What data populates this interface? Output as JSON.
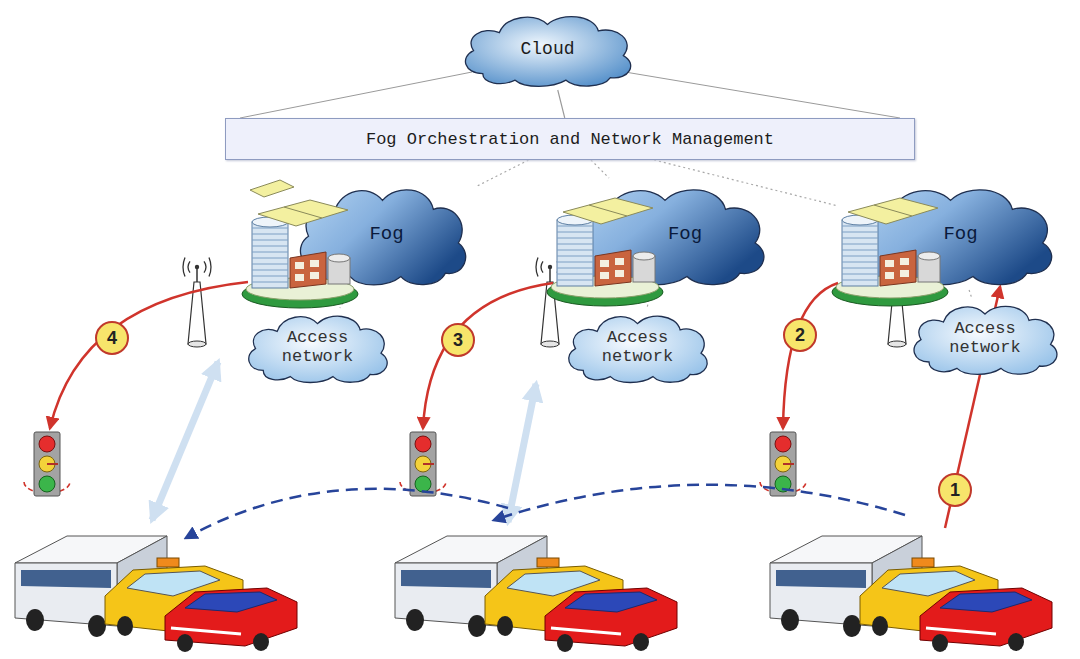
{
  "diagram": {
    "nodes": [
      {
        "text": [
          "Cloud"
        ]
      },
      {
        "text": [
          "Fog Orchestration and Network Management"
        ]
      },
      {
        "text": [
          "Fog"
        ]
      },
      {
        "text": [
          "Access network"
        ]
      },
      {
        "text": [
          "Fog"
        ]
      },
      {
        "text": [
          "Access network"
        ]
      },
      {
        "text": [
          "Fog"
        ]
      },
      {
        "text": [
          "Access network"
        ]
      }
    ],
    "edges": [
      {
        "from": 0,
        "to": 1,
        "arrow": "none"
      },
      {
        "from": 1,
        "to": 2,
        "arrow": "none"
      },
      {
        "from": 1,
        "to": 4,
        "arrow": "none"
      },
      {
        "from": 1,
        "to": 6,
        "arrow": "none"
      },
      {
        "from": 2,
        "to": 3,
        "arrow": "none"
      },
      {
        "from": 4,
        "to": 5,
        "arrow": "none"
      },
      {
        "from": 6,
        "to": 7,
        "arrow": "none"
      }
    ],
    "labels": [
      "4",
      "3",
      "2",
      "1"
    ]
  }
}
